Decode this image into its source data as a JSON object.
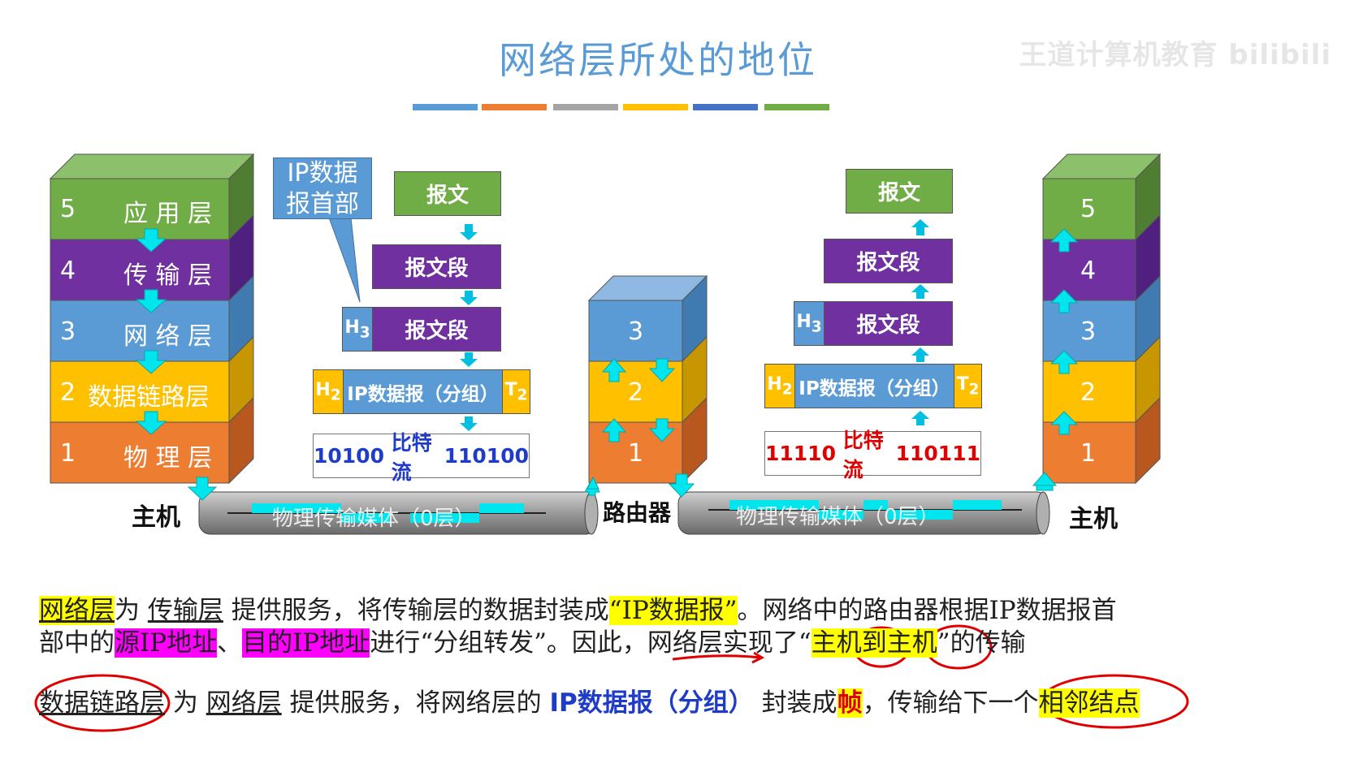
{
  "title": "网络层所处的地位",
  "watermark": "王道计算机教育 bilibili",
  "color_bar": [
    "#5b9bd5",
    "#ed7d31",
    "#a5a5a5",
    "#ffc000",
    "#4472c4",
    "#70ad47"
  ],
  "left_host": {
    "layers": [
      {
        "num": "5",
        "name": "应 用 层",
        "color": "#70ad47"
      },
      {
        "num": "4",
        "name": "传 输 层",
        "color": "#7030a0"
      },
      {
        "num": "3",
        "name": "网 络 层",
        "color": "#5b9bd5"
      },
      {
        "num": "2",
        "name": "数据链路层",
        "color": "#ffc000"
      },
      {
        "num": "1",
        "name": "物 理 层",
        "color": "#ed7d31"
      }
    ],
    "label": "主机"
  },
  "right_host": {
    "layers": [
      {
        "num": "5",
        "color": "#70ad47"
      },
      {
        "num": "4",
        "color": "#7030a0"
      },
      {
        "num": "3",
        "color": "#5b9bd5"
      },
      {
        "num": "2",
        "color": "#ffc000"
      },
      {
        "num": "1",
        "color": "#ed7d31"
      }
    ],
    "label": "主机"
  },
  "router": {
    "layers": [
      {
        "num": "3",
        "color": "#5b9bd5"
      },
      {
        "num": "2",
        "color": "#ffc000"
      },
      {
        "num": "1",
        "color": "#ed7d31"
      }
    ],
    "label": "路由器"
  },
  "callout": "IP数据\n报首部",
  "left_encap": {
    "message": "报文",
    "segment": "报文段",
    "h3": "H3",
    "h3_seg": "报文段",
    "h2": "H2",
    "datagram": "IP数据报（分组）",
    "t2": "T2",
    "bits_a": "10100",
    "bits_label": "比特流",
    "bits_b": "110100"
  },
  "right_encap": {
    "message": "报文",
    "segment": "报文段",
    "h3": "H3",
    "h3_seg": "报文段",
    "h2": "H2",
    "datagram": "IP数据报（分组）",
    "t2": "T2",
    "bits_a": "11110",
    "bits_label": "比特流",
    "bits_b": "110111"
  },
  "media": {
    "left": "物理传输媒体（0层）",
    "right": "物理传输媒体（0层）"
  },
  "para1": {
    "a": "网络层",
    "b": "为",
    "c": "传输层",
    "d": "提供服务，将传输层的数据封装成",
    "e": "“IP数据报”",
    "f": "。网络中的路由器根据IP数据报首",
    "g": "部中的",
    "h": "源IP地址",
    "i": "、",
    "j": "目的IP地址",
    "k": "进行“分组转发”。因此，",
    "l": "网络层",
    "m": "实现了“",
    "n": "主机到主机",
    "o": "”的传输"
  },
  "para2": {
    "a": "数据链路层",
    "b": "为",
    "c": "网络层",
    "d": "提供服务，将网络层的",
    "e": "IP数据报（分组）",
    "f": "封装成",
    "g": "帧",
    "h": "，传输给下一个",
    "i": "相邻结点"
  }
}
